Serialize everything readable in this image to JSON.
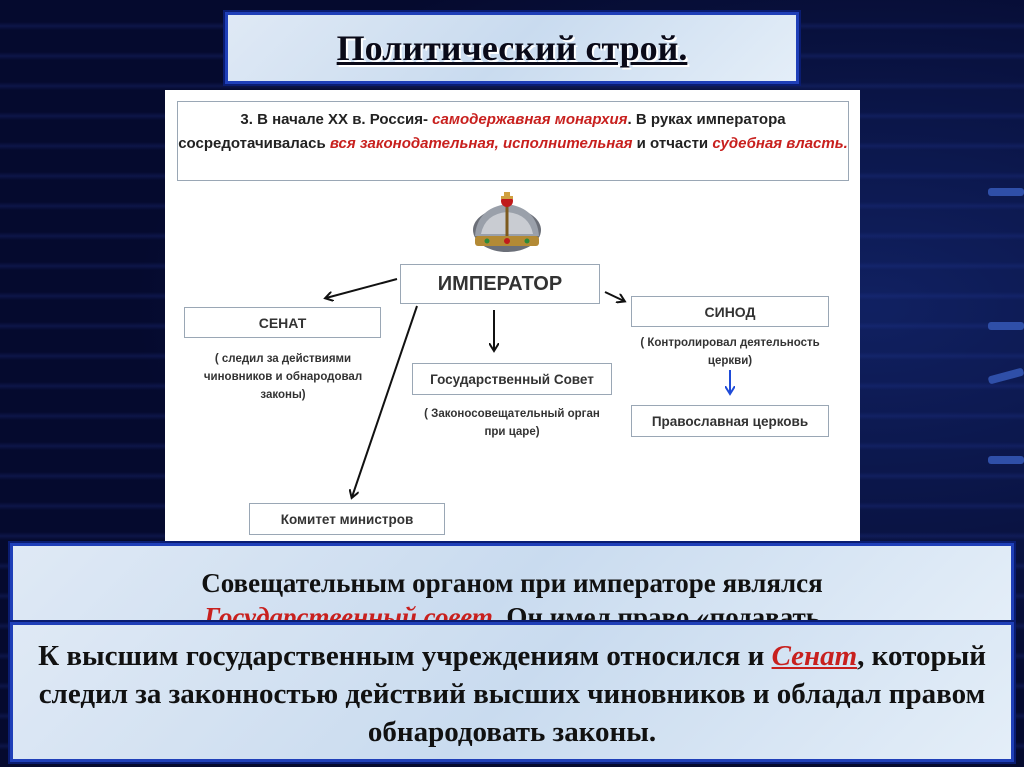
{
  "title": "Политический строй.",
  "intro": {
    "p1": "3. В начале XX в. Россия- ",
    "h1": "самодержавная монархия",
    "p2": ". В руках императора сосредотачивалась ",
    "h2": "вся законодательная, исполнительная",
    "p3": " и отчасти ",
    "h3": "судебная власть."
  },
  "nodes": {
    "emperor": "ИМПЕРАТОР",
    "senate": "СЕНАТ",
    "senate_note": "( следил за действиями чиновников и обнародовал законы)",
    "council": "Государственный Совет",
    "council_note": "( Законосовещательный орган при царе)",
    "synod": "СИНОД",
    "synod_note": "( Контролировал деятельность церкви)",
    "church": "Православная церковь",
    "committee": "Комитет министров"
  },
  "box1": {
    "line1": "Совещательным органом при императоре являлся",
    "line2_red": "Государственный совет",
    "line2_rest": ". Он имел право «подавать"
  },
  "box2": {
    "p1": "К высшим государственным учреждениям относился и ",
    "red": "Сенат",
    "p2": ", который следил за законностью действий высших чиновников и обладал правом обнародовать законы."
  },
  "colors": {
    "accent_red": "#c8201e",
    "frame_blue": "#1f3fb8",
    "background": "#050a2e"
  }
}
